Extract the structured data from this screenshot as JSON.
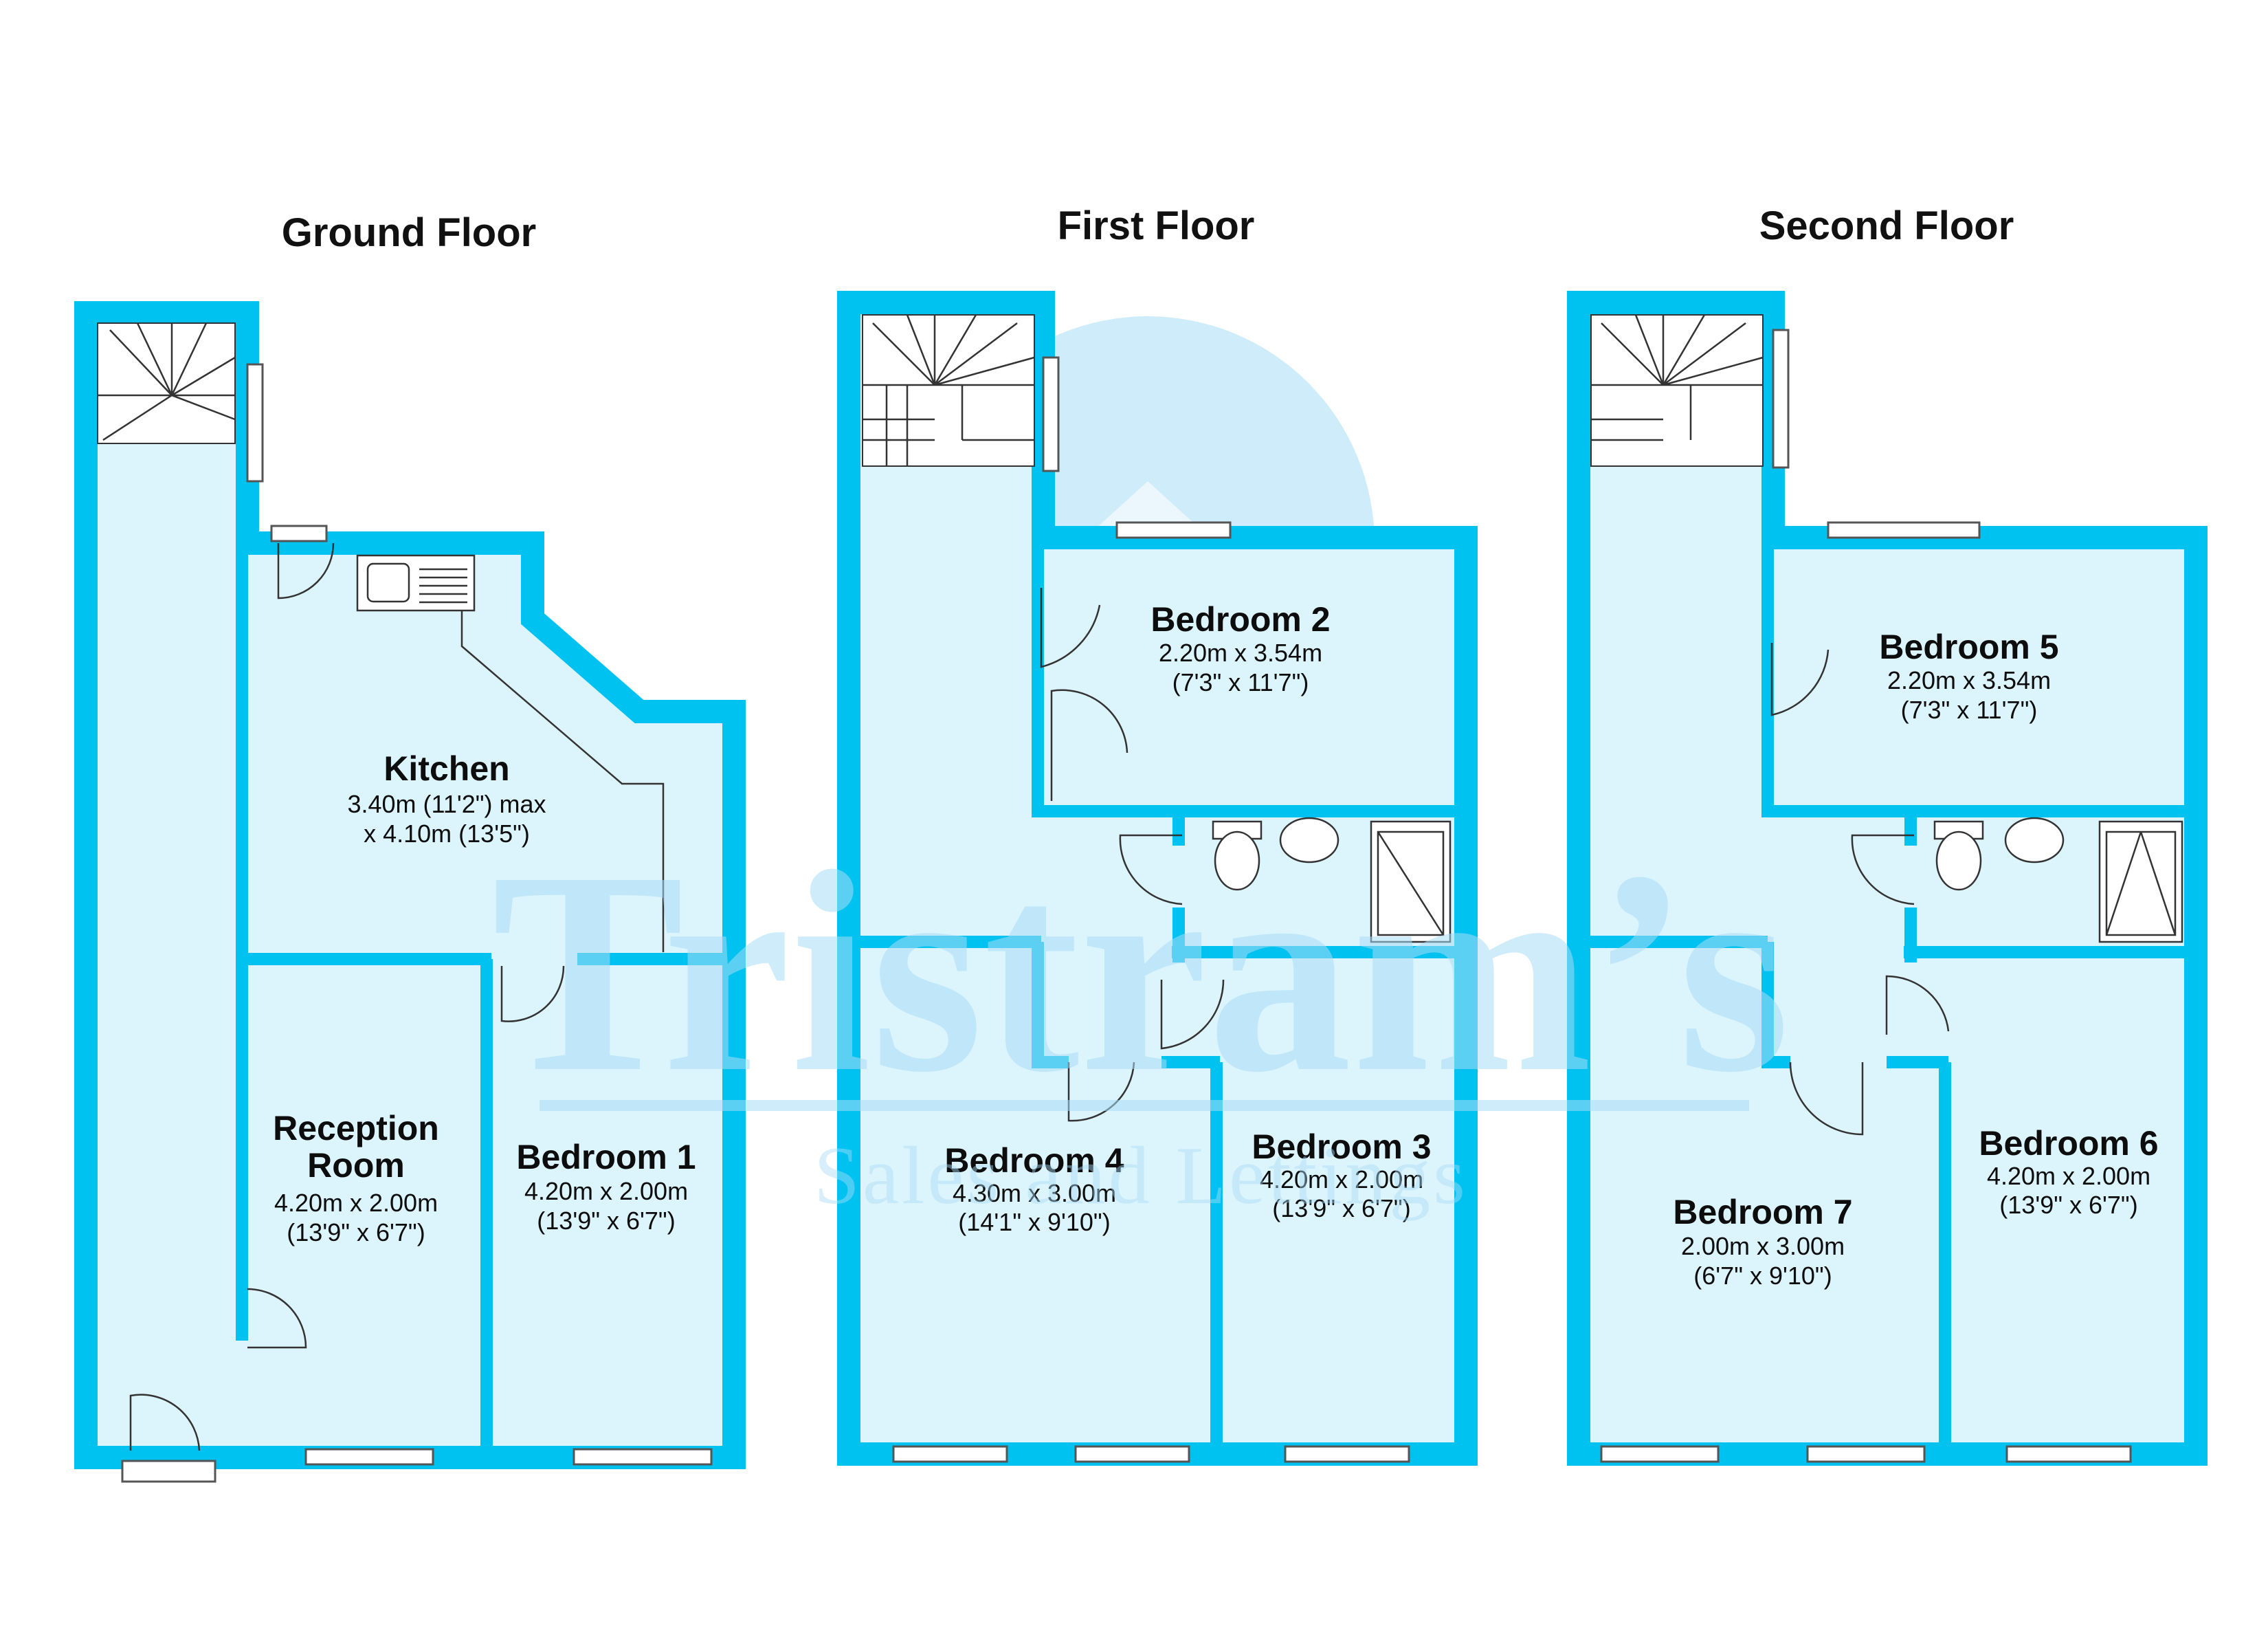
{
  "watermark": {
    "brand": "Tristram’s",
    "tagline": "Sales and Lettings"
  },
  "floors": {
    "ground": {
      "title": "Ground Floor",
      "rooms": {
        "kitchen": {
          "name": "Kitchen",
          "dim1": "3.40m (11'2\") max",
          "dim2": "x 4.10m (13'5\")"
        },
        "reception": {
          "name1": "Reception",
          "name2": "Room",
          "dim1": "4.20m x 2.00m",
          "dim2": "(13'9\" x 6'7\")"
        },
        "bedroom1": {
          "name": "Bedroom 1",
          "dim1": "4.20m x 2.00m",
          "dim2": "(13'9\" x 6'7\")"
        }
      }
    },
    "first": {
      "title": "First Floor",
      "rooms": {
        "bedroom2": {
          "name": "Bedroom 2",
          "dim1": "2.20m x 3.54m",
          "dim2": "(7'3\" x 11'7\")"
        },
        "bedroom3": {
          "name": "Bedroom 3",
          "dim1": "4.20m x 2.00m",
          "dim2": "(13'9\" x 6'7\")"
        },
        "bedroom4": {
          "name": "Bedroom 4",
          "dim1": "4.30m x 3.00m",
          "dim2": "(14'1\" x 9'10\")"
        }
      }
    },
    "second": {
      "title": "Second Floor",
      "rooms": {
        "bedroom5": {
          "name": "Bedroom 5",
          "dim1": "2.20m x 3.54m",
          "dim2": "(7'3\" x 11'7\")"
        },
        "bedroom6": {
          "name": "Bedroom 6",
          "dim1": "4.20m x 2.00m",
          "dim2": "(13'9\" x 6'7\")"
        },
        "bedroom7": {
          "name": "Bedroom 7",
          "dim1": "2.00m x 3.00m",
          "dim2": "(6'7\" x 9'10\")"
        }
      }
    }
  },
  "colors": {
    "wall": "#00c2f0",
    "floor": "#dcf4fc",
    "watermark": "#a8dcf6"
  }
}
